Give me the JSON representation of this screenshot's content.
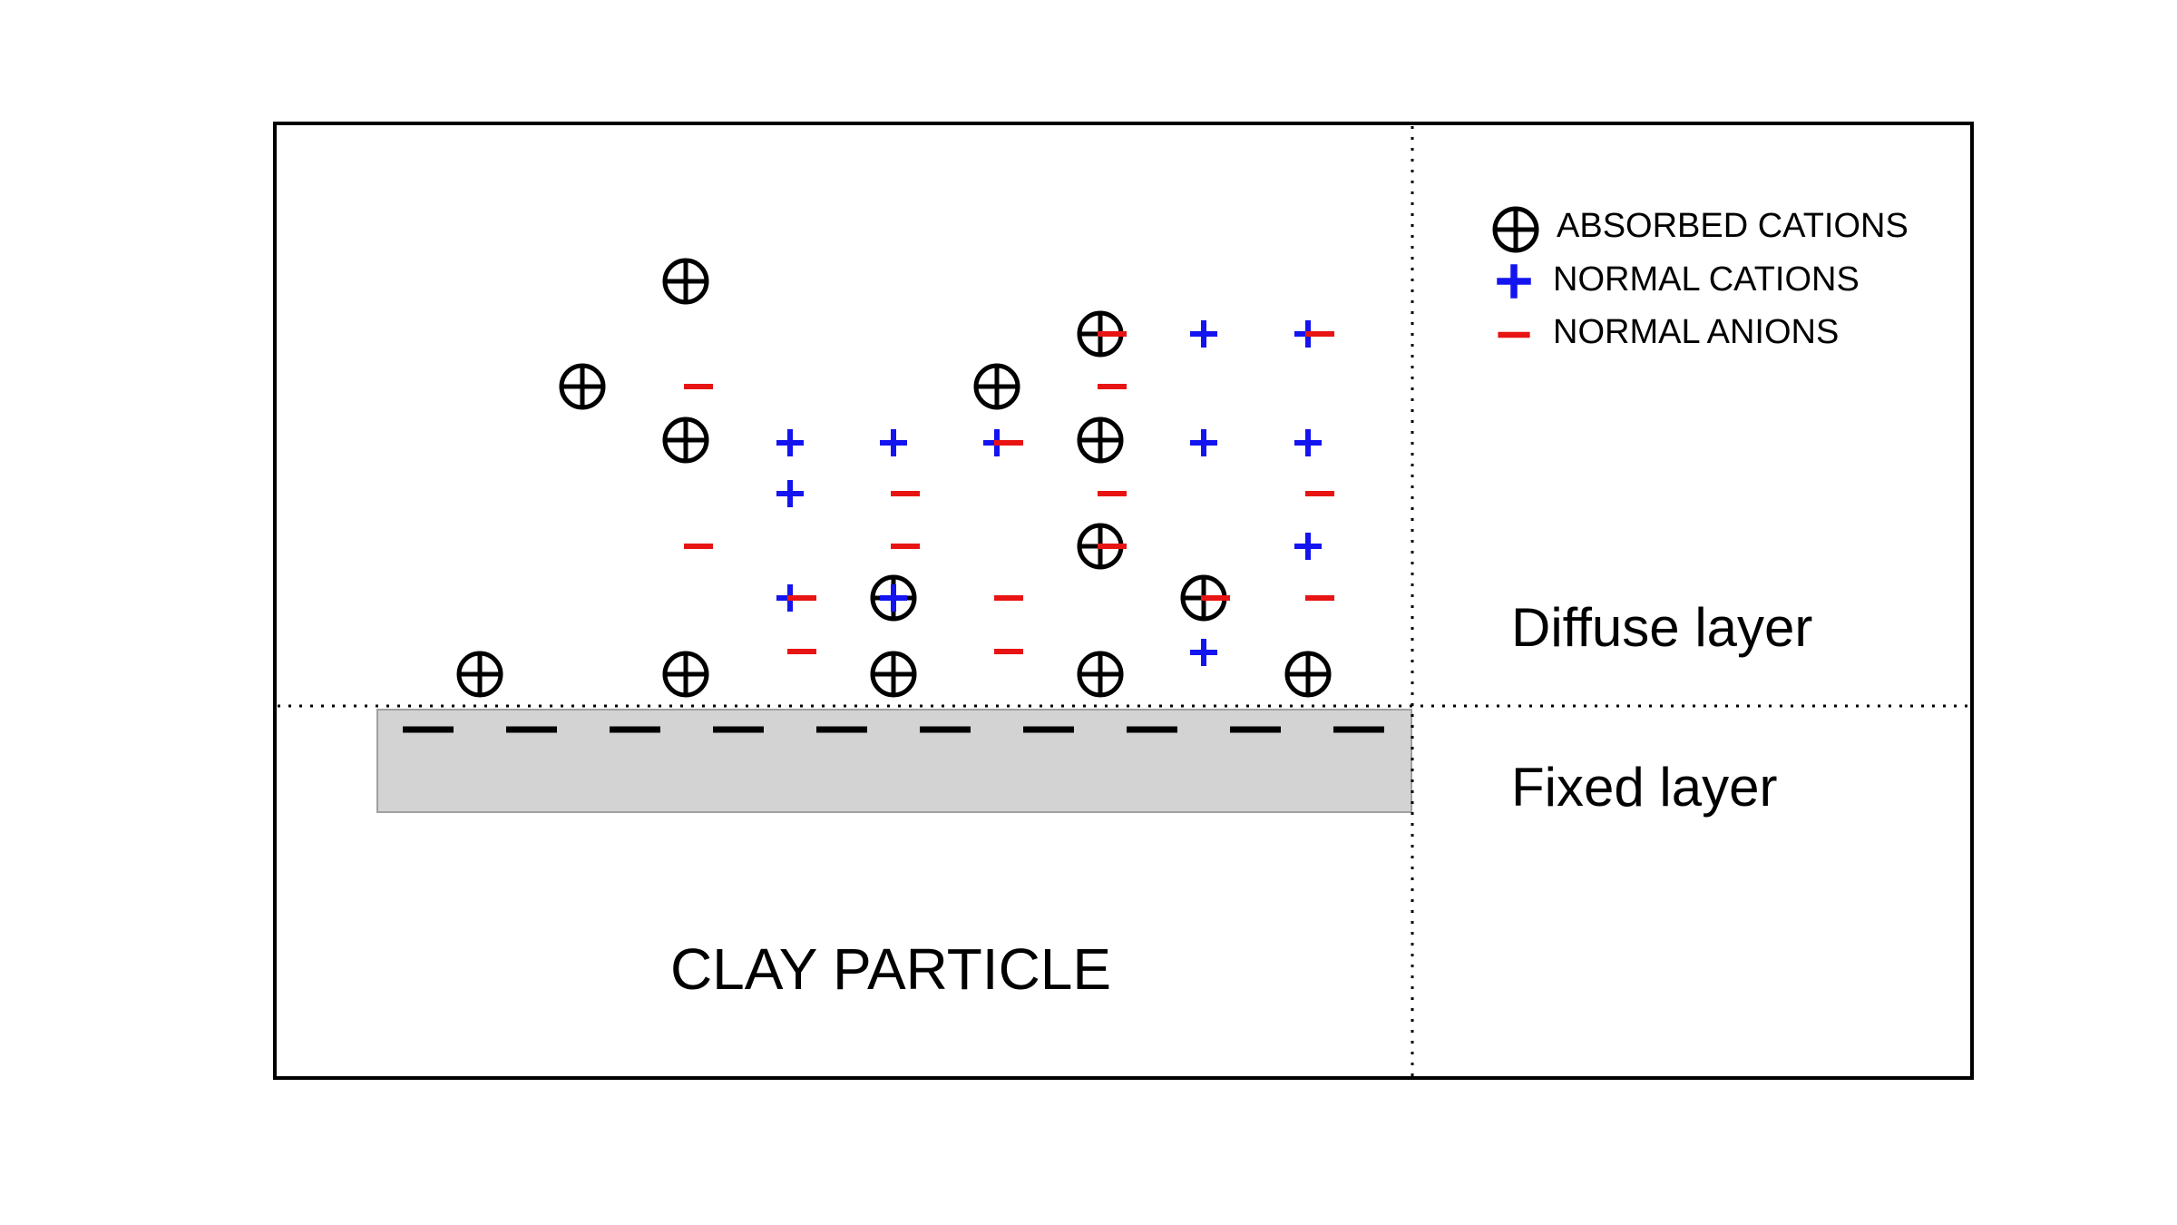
{
  "legend": {
    "absorbed_cations": "ABSORBED CATIONS",
    "normal_cations": "NORMAL CATIONS",
    "normal_anions": "NORMAL ANIONS"
  },
  "regions": {
    "diffuse_layer": "Diffuse layer",
    "fixed_layer": "Fixed layer",
    "clay_particle": "CLAY PARTICLE"
  },
  "colors": {
    "absorbed_cation": "#000000",
    "normal_cation": "#1414f0",
    "normal_anion": "#e81414",
    "clay_fill": "#d3d3d3",
    "clay_border": "#a0a0a0",
    "frame": "#000000"
  },
  "symbols": {
    "absorbed_cation": "circled-plus-icon",
    "normal_cation": "plus-icon",
    "normal_anion": "minus-icon"
  },
  "counts": {
    "surface_negative_charges": 10
  }
}
